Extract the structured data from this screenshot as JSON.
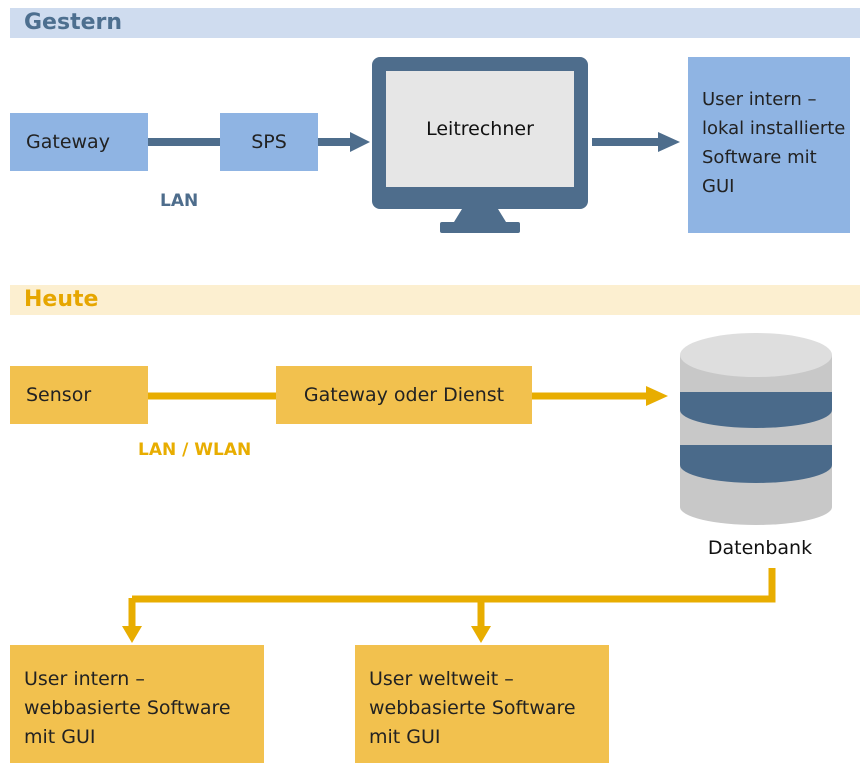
{
  "sections": {
    "yesterday": {
      "title": "Gestern",
      "nodes": {
        "gateway": "Gateway",
        "sps": "SPS",
        "control_computer": "Leitrechner",
        "user": "User intern –\nlokal installierte\nSoftware mit\nGUI"
      },
      "link_label": "LAN"
    },
    "today": {
      "title": "Heute",
      "nodes": {
        "sensor": "Sensor",
        "gateway_service": "Gateway oder Dienst",
        "database": "Datenbank",
        "user_internal": "User intern –\nwebbasierte Software\nmit GUI",
        "user_worldwide": "User weltweit –\nwebbasierte Software\nmit GUI"
      },
      "link_label": "LAN / WLAN"
    }
  },
  "colors": {
    "blue_band": "#cfdcef",
    "blue_box": "#8fb4e3",
    "blue_dark": "#4e6d8c",
    "yellow_band": "#fcefd0",
    "yellow_box": "#f2c14e",
    "yellow_line": "#e8ad00"
  }
}
